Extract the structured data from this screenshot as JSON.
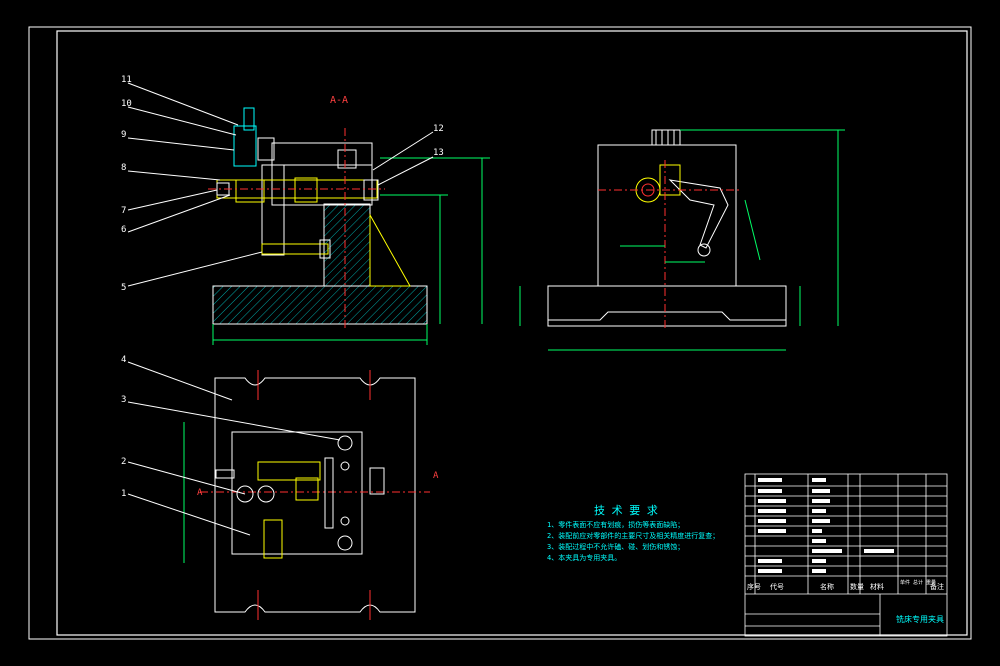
{
  "drawing": {
    "section_label": "A-A",
    "part_callouts": [
      "11",
      "10",
      "9",
      "8",
      "7",
      "6",
      "5",
      "12",
      "13",
      "4",
      "3",
      "2",
      "1"
    ],
    "tech_requirements": {
      "title": "技 术 要 求",
      "items": [
        "1、零件表面不应有划痕，损伤等表面缺陷；",
        "2、装配前应对零部件的主要尺寸及相关精度进行复查；",
        "3、装配过程中不允许磕、碰、划伤和锈蚀；",
        "4、本夹具为专用夹具。"
      ]
    },
    "title_block": {
      "name": "铣床专用夹具",
      "header": [
        "序号",
        "代号",
        "名称",
        "数量",
        "材料",
        "单件 总计 重量",
        "备注"
      ]
    },
    "section_marks": [
      "A",
      "A"
    ]
  },
  "colors": {
    "background": "#000000",
    "frame": "#ffffff",
    "part_outline": "#ffffff",
    "hidden_lines": "#ffff00",
    "hatch": "#00aaaa",
    "centerline": "#ff3030",
    "dimension": "#00ff66",
    "text_cyan": "#00ffff"
  }
}
